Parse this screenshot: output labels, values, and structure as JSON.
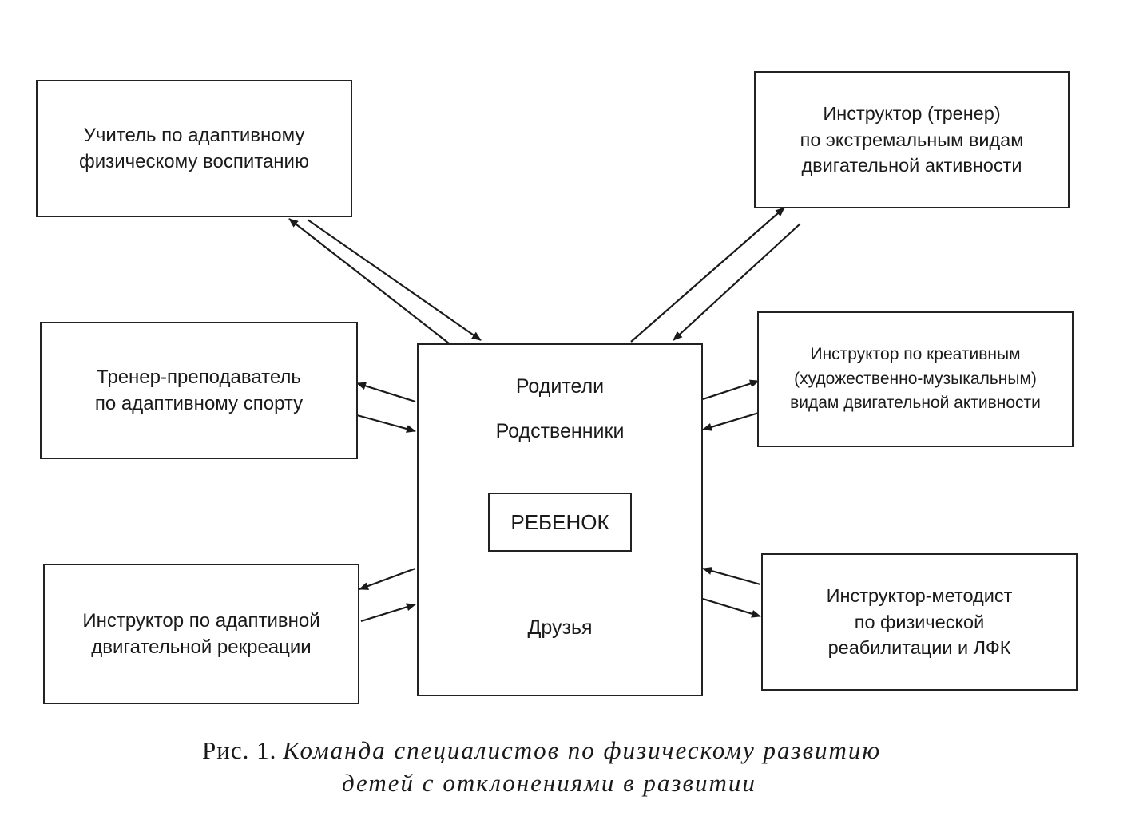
{
  "nodes": {
    "left_top": [
      "Учитель по адаптивному",
      "физическому воспитанию"
    ],
    "left_mid": [
      "Тренер-преподаватель",
      "по адаптивному спорту"
    ],
    "left_bot": [
      "Инструктор по адаптивной",
      "двигательной рекреации"
    ],
    "right_top": [
      "Инструктор (тренер)",
      "по экстремальным видам",
      "двигательной активности"
    ],
    "right_mid": [
      "Инструктор по креативным",
      "(художественно-музыкальным)",
      "видам двигательной активности"
    ],
    "right_bot": [
      "Инструктор-методист",
      "по физической",
      "реабилитации и ЛФК"
    ]
  },
  "center": {
    "parents": "Родители",
    "relatives": "Родственники",
    "child": "РЕБЕНОК",
    "friends": "Друзья"
  },
  "caption": {
    "label": "Рис. 1.",
    "title_line1": "Команда специалистов по физическому развитию",
    "title_line2": "детей с отклонениями в развитии"
  }
}
